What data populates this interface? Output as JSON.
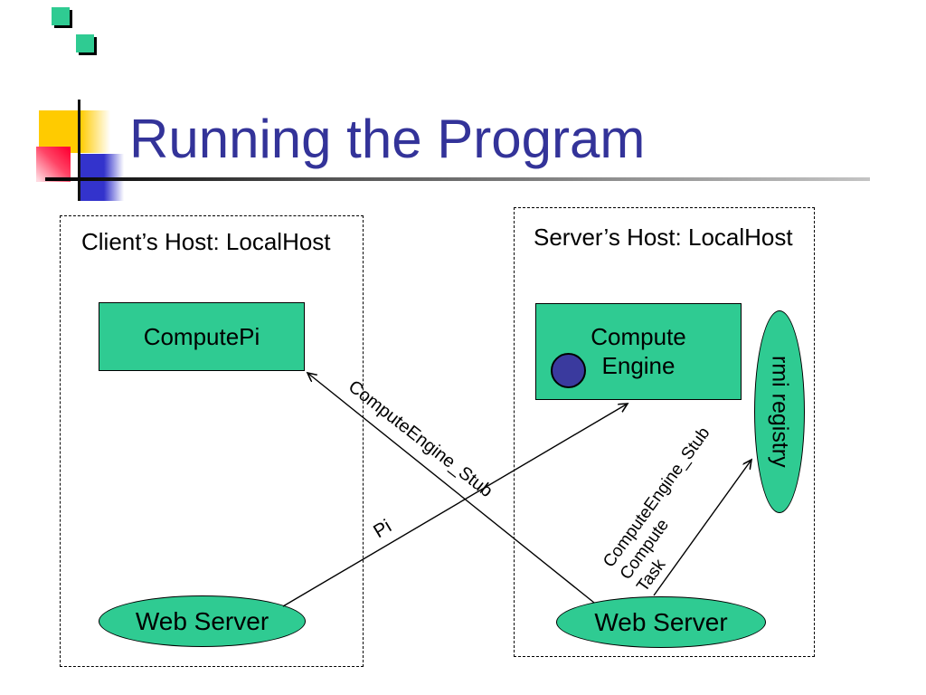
{
  "slide": {
    "title": "Running the Program"
  },
  "colors": {
    "title_blue": "#333399",
    "shape_green": "#2FCB92",
    "task_circle_blue": "#3A3A9E",
    "decor_yellow": "#FFCB00",
    "decor_red": "#FF0033",
    "decor_blue": "#3333CC"
  },
  "client_host": {
    "label": "Client’s Host: LocalHost",
    "compute_pi": "ComputePi",
    "web_server": "Web Server"
  },
  "server_host": {
    "label": "Server’s Host: LocalHost",
    "compute_engine": [
      "Compute",
      "Engine"
    ],
    "rmi_registry": "rmi registry",
    "web_server": "Web Server"
  },
  "arrow_labels": {
    "stub_to_client": "ComputeEngine_Stub",
    "pi": "Pi",
    "stub_to_registry": [
      "ComputeEngine_Stub",
      "Compute",
      "Task"
    ]
  }
}
